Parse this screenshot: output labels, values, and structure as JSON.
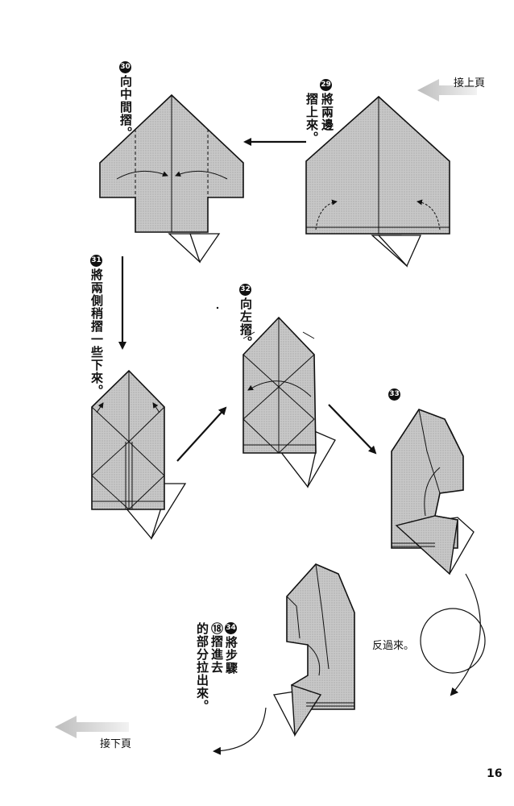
{
  "nav": {
    "next_from": "接上頁",
    "continue_to": "接下頁"
  },
  "steps": [
    {
      "num": "29",
      "lines": [
        "將兩邊",
        "摺上來。"
      ]
    },
    {
      "num": "30",
      "lines": [
        "向中間摺。"
      ]
    },
    {
      "num": "31",
      "lines": [
        "將兩側稍摺一些下來。"
      ]
    },
    {
      "num": "32",
      "lines": [
        "向左摺。"
      ]
    },
    {
      "num": "33",
      "lines": []
    },
    {
      "num": "34",
      "lines": [
        "將步驟",
        "⑱摺進去",
        "的部分拉出來。"
      ]
    }
  ],
  "turn_over": "反過來。",
  "page_number": "16"
}
